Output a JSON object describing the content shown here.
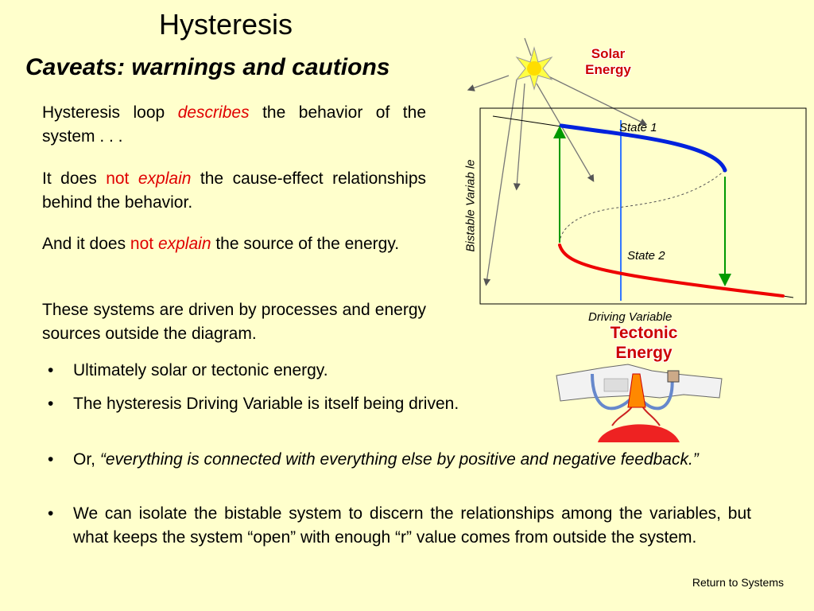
{
  "title": "Hysteresis",
  "subtitle": "Caveats: warnings and cautions",
  "paragraphs": {
    "p1": {
      "a": "Hysteresis loop ",
      "b": "describes",
      "c": " the behavior of the system . . ."
    },
    "p2": {
      "a": "It does ",
      "b": "not",
      "c": "explain",
      "d": " the cause-effect relationships behind the behavior."
    },
    "p3": {
      "a": "And it does ",
      "b": "not",
      "c": "explain",
      "d": " the source of the energy."
    },
    "p4": "These systems are driven by processes and energy sources outside the diagram."
  },
  "bullet_marker": "•",
  "bullets": {
    "b1": "Ultimately solar or tectonic energy.",
    "b2": "The hysteresis Driving Variable is itself being driven.",
    "b3": {
      "a": "Or, ",
      "b": "“everything is connected with everything else by positive and negative feedback.”"
    },
    "b4": "We can isolate the bistable system to discern the relationships among the variables, but what keeps the system “open” with enough “r” value comes from outside the system."
  },
  "diagram": {
    "solar_label_1": "Solar",
    "solar_label_2": "Energy",
    "tectonic_label_1": "Tectonic",
    "tectonic_label_2": "Energy",
    "state1": "State 1",
    "state2": "State 2",
    "ylabel": "Bistable Variab le",
    "xlabel": "Driving Variable",
    "colors": {
      "state1": "#0022dd",
      "state2": "#ee0000",
      "jump": "#009900",
      "driver": "#3377ff"
    }
  },
  "return_link": "Return to Systems"
}
